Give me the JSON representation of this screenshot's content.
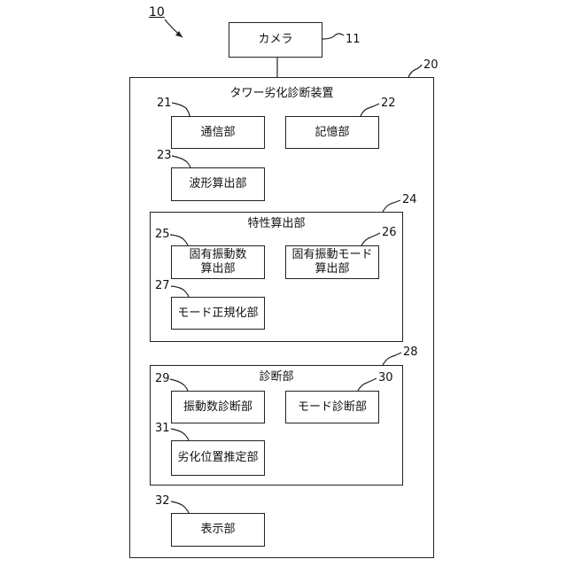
{
  "system_ref": "10",
  "camera": {
    "label": "カメラ",
    "ref": "11"
  },
  "device": {
    "title": "タワー劣化診断装置",
    "ref": "20",
    "communication": {
      "label": "通信部",
      "ref": "21"
    },
    "storage": {
      "label": "記憶部",
      "ref": "22"
    },
    "waveform": {
      "label": "波形算出部",
      "ref": "23"
    },
    "characteristic": {
      "title": "特性算出部",
      "ref": "24",
      "natural_freq": {
        "label": "固有振動数\n算出部",
        "ref": "25"
      },
      "natural_mode": {
        "label": "固有振動モード\n算出部",
        "ref": "26"
      },
      "mode_normalize": {
        "label": "モード正規化部",
        "ref": "27"
      }
    },
    "diagnosis": {
      "title": "診断部",
      "ref": "28",
      "freq_diag": {
        "label": "振動数診断部",
        "ref": "29"
      },
      "mode_diag": {
        "label": "モード診断部",
        "ref": "30"
      },
      "position_est": {
        "label": "劣化位置推定部",
        "ref": "31"
      }
    },
    "display": {
      "label": "表示部",
      "ref": "32"
    }
  }
}
